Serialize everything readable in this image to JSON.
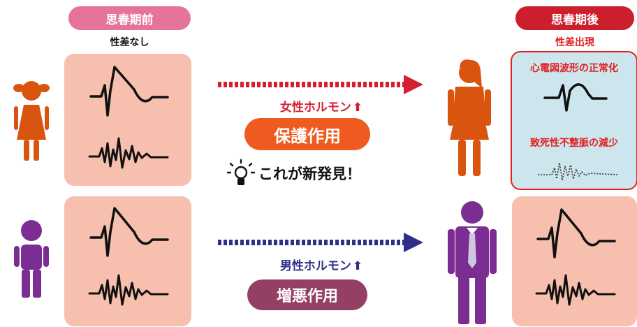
{
  "colors": {
    "pink_pill": "#e5739a",
    "red_pill": "#cc1f2e",
    "panel_salmon": "#f7c0ae",
    "panel_blue": "#cde5ec",
    "female_orange": "#d9540f",
    "male_purple": "#7b2d92",
    "arrow_red": "#d41f33",
    "arrow_navy": "#2e2f87",
    "protect_orange": "#ee5a1f",
    "worsen_plum": "#944064",
    "text_red": "#e02020"
  },
  "labels": {
    "before": "思春期前",
    "no_difference": "性差なし",
    "after": "思春期後",
    "difference_appears": "性差出現",
    "ecg_normalization": "心電図波形の正常化",
    "arrhythmia_reduction": "致死性不整脈の減少",
    "female_hormone": "女性ホルモン",
    "male_hormone": "男性ホルモン",
    "protective_effect": "保護作用",
    "worsening_effect": "増悪作用",
    "discovery": "これが新発見！"
  },
  "icons": {
    "up_arrow": "up-arrow-icon",
    "lightbulb": "lightbulb-icon",
    "girl": "girl-icon",
    "boy": "boy-icon",
    "woman": "woman-icon",
    "man": "man-icon"
  }
}
